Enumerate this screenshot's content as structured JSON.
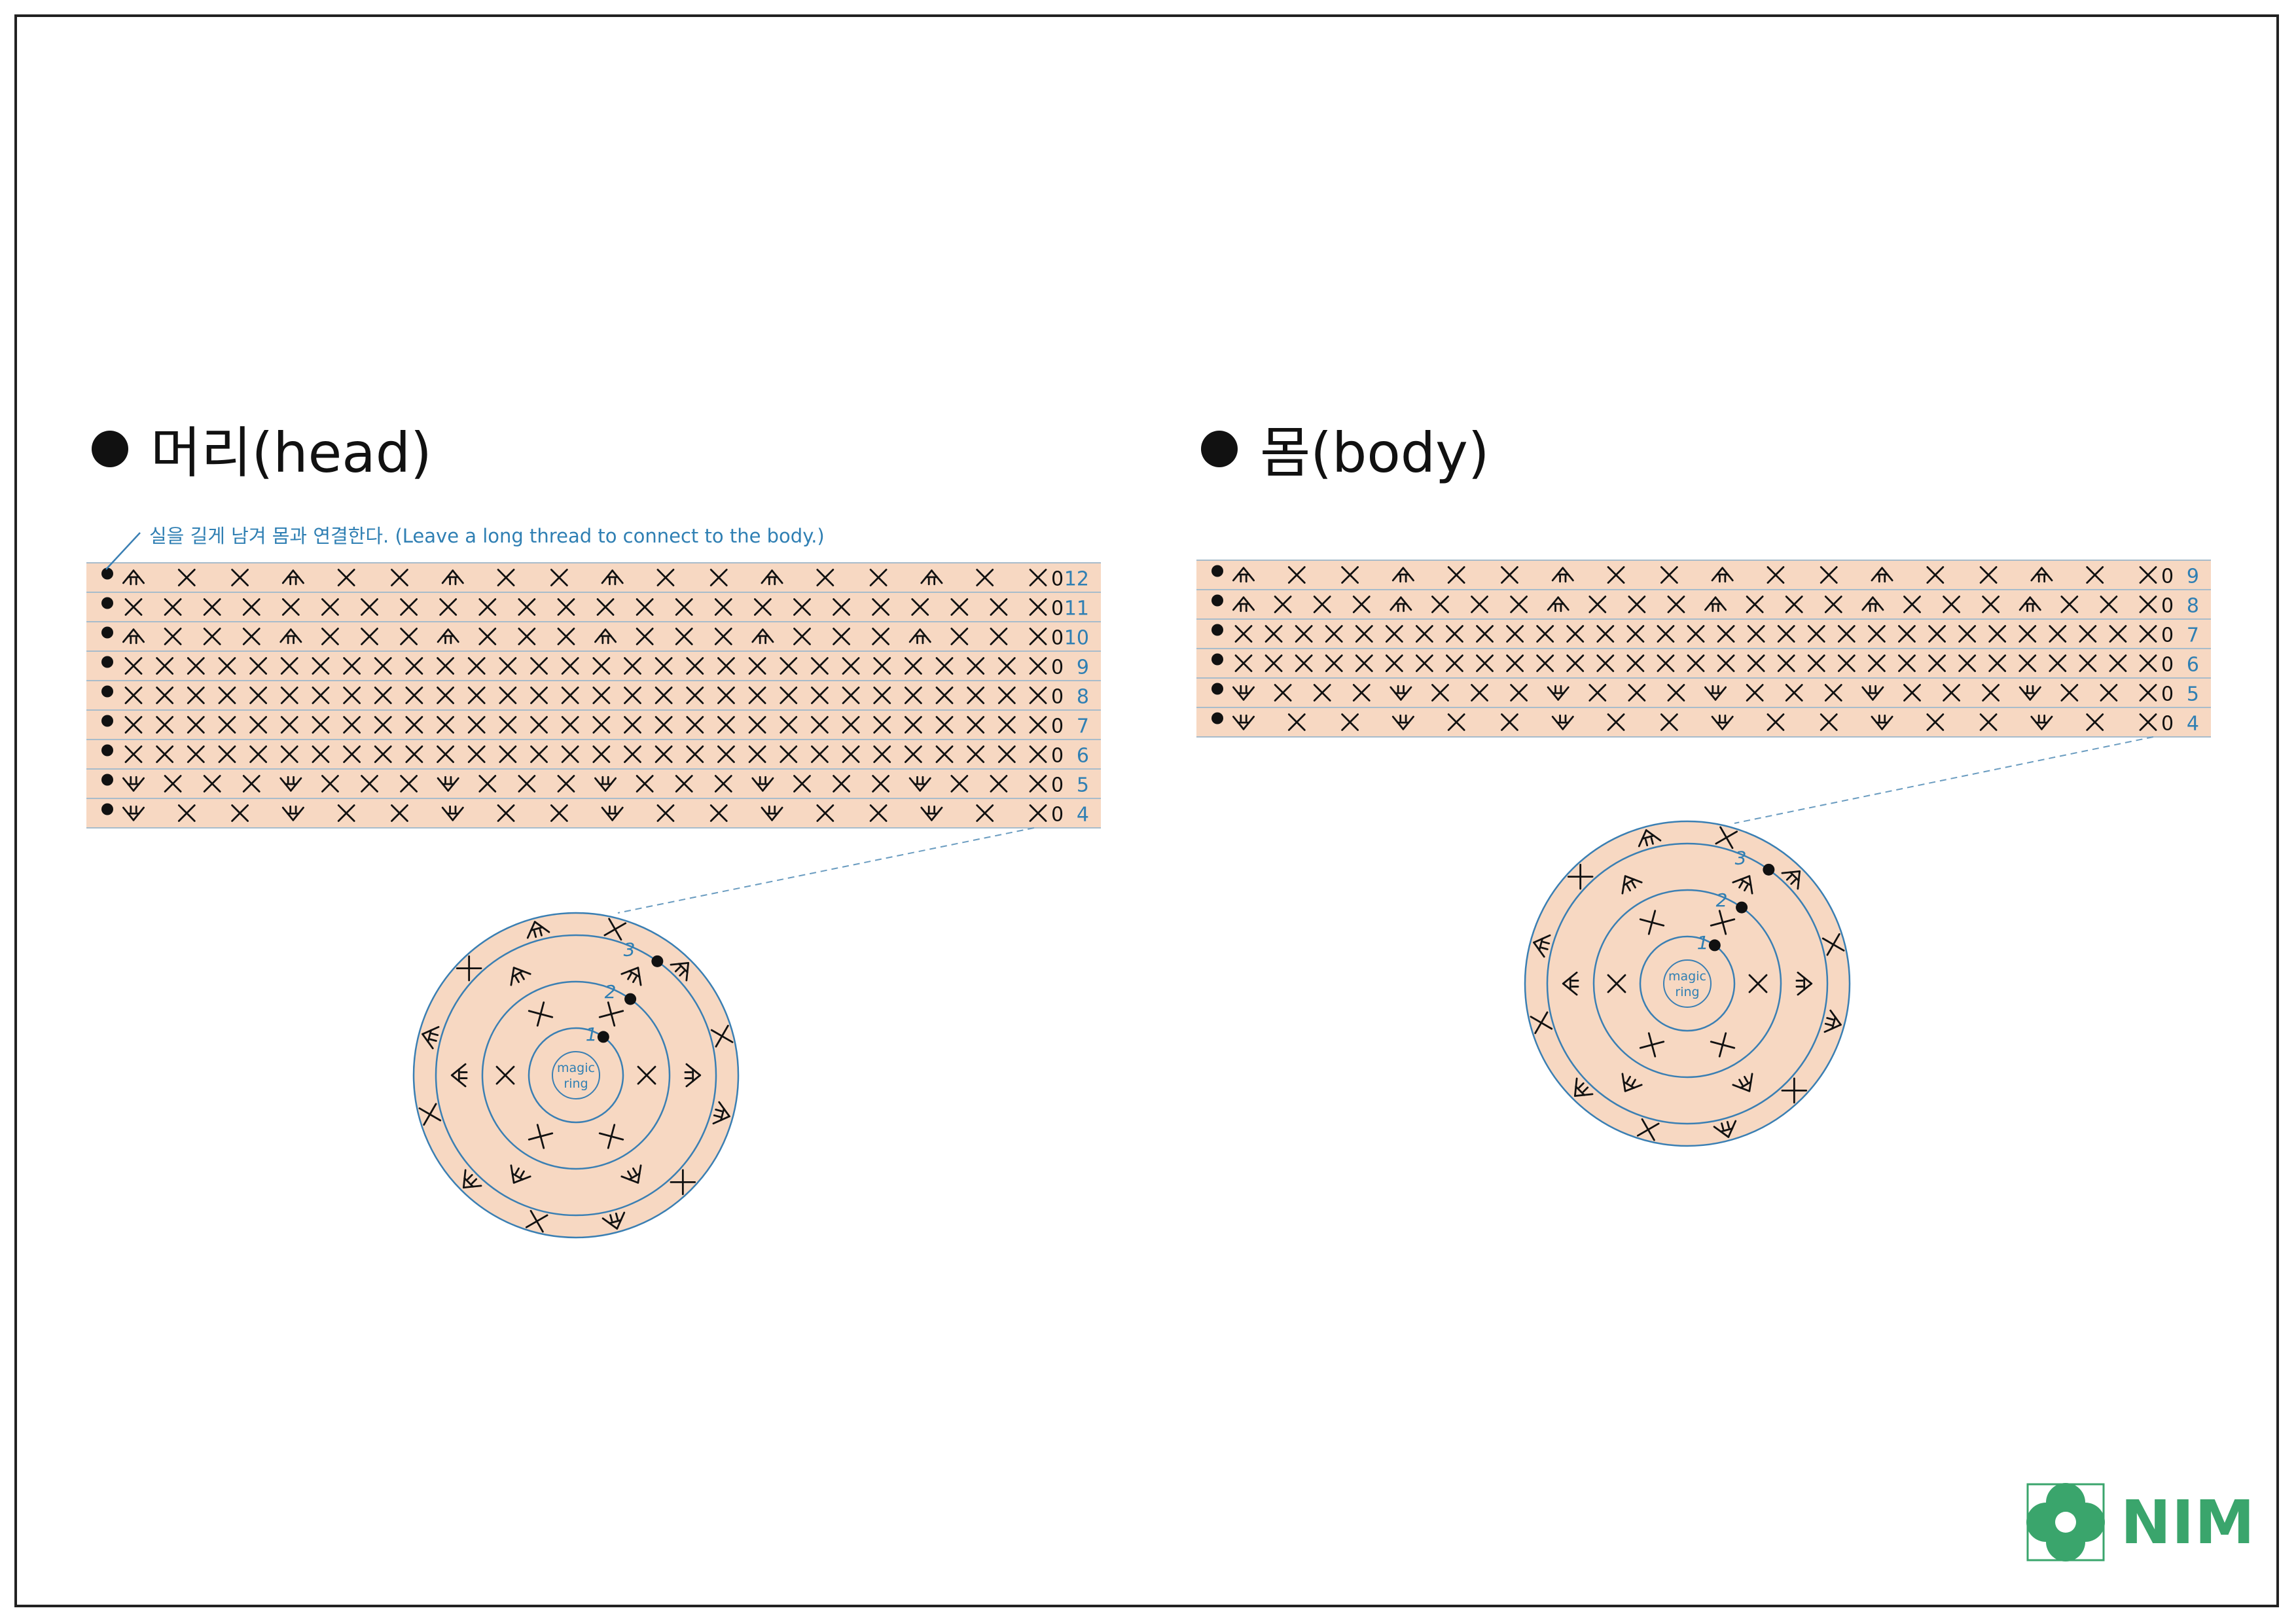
{
  "head": {
    "title": "머리(head)",
    "note": "실을 길게 남겨 몸과 연결한다. (Leave a long thread to connect to the body.)",
    "rows": [
      {
        "label": "12",
        "cells": [
          "inc2",
          "sc",
          "sc",
          "inc2",
          "sc",
          "sc",
          "inc2",
          "sc",
          "sc",
          "inc2",
          "sc",
          "sc",
          "inc2",
          "sc",
          "sc",
          "inc2",
          "sc",
          "sc"
        ]
      },
      {
        "label": "11",
        "cells": [
          "sc",
          "sc",
          "sc",
          "sc",
          "sc",
          "sc",
          "sc",
          "sc",
          "sc",
          "sc",
          "sc",
          "sc",
          "sc",
          "sc",
          "sc",
          "sc",
          "sc",
          "sc",
          "sc",
          "sc",
          "sc",
          "sc",
          "sc",
          "sc"
        ]
      },
      {
        "label": "10",
        "cells": [
          "inc2",
          "sc",
          "sc",
          "sc",
          "inc2",
          "sc",
          "sc",
          "sc",
          "inc2",
          "sc",
          "sc",
          "sc",
          "inc2",
          "sc",
          "sc",
          "sc",
          "inc2",
          "sc",
          "sc",
          "sc",
          "inc2",
          "sc",
          "sc",
          "sc"
        ]
      },
      {
        "label": "9",
        "cells": [
          "sc",
          "sc",
          "sc",
          "sc",
          "sc",
          "sc",
          "sc",
          "sc",
          "sc",
          "sc",
          "sc",
          "sc",
          "sc",
          "sc",
          "sc",
          "sc",
          "sc",
          "sc",
          "sc",
          "sc",
          "sc",
          "sc",
          "sc",
          "sc",
          "sc",
          "sc",
          "sc",
          "sc",
          "sc",
          "sc"
        ]
      },
      {
        "label": "8",
        "cells": [
          "sc",
          "sc",
          "sc",
          "sc",
          "sc",
          "sc",
          "sc",
          "sc",
          "sc",
          "sc",
          "sc",
          "sc",
          "sc",
          "sc",
          "sc",
          "sc",
          "sc",
          "sc",
          "sc",
          "sc",
          "sc",
          "sc",
          "sc",
          "sc",
          "sc",
          "sc",
          "sc",
          "sc",
          "sc",
          "sc"
        ]
      },
      {
        "label": "7",
        "cells": [
          "sc",
          "sc",
          "sc",
          "sc",
          "sc",
          "sc",
          "sc",
          "sc",
          "sc",
          "sc",
          "sc",
          "sc",
          "sc",
          "sc",
          "sc",
          "sc",
          "sc",
          "sc",
          "sc",
          "sc",
          "sc",
          "sc",
          "sc",
          "sc",
          "sc",
          "sc",
          "sc",
          "sc",
          "sc",
          "sc"
        ]
      },
      {
        "label": "6",
        "cells": [
          "sc",
          "sc",
          "sc",
          "sc",
          "sc",
          "sc",
          "sc",
          "sc",
          "sc",
          "sc",
          "sc",
          "sc",
          "sc",
          "sc",
          "sc",
          "sc",
          "sc",
          "sc",
          "sc",
          "sc",
          "sc",
          "sc",
          "sc",
          "sc",
          "sc",
          "sc",
          "sc",
          "sc",
          "sc",
          "sc"
        ]
      },
      {
        "label": "5",
        "cells": [
          "dec2",
          "sc",
          "sc",
          "sc",
          "dec2",
          "sc",
          "sc",
          "sc",
          "dec2",
          "sc",
          "sc",
          "sc",
          "dec2",
          "sc",
          "sc",
          "sc",
          "dec2",
          "sc",
          "sc",
          "sc",
          "dec2",
          "sc",
          "sc",
          "sc"
        ]
      },
      {
        "label": "4",
        "cells": [
          "dec2",
          "sc",
          "sc",
          "dec2",
          "sc",
          "sc",
          "dec2",
          "sc",
          "sc",
          "dec2",
          "sc",
          "sc",
          "dec2",
          "sc",
          "sc",
          "dec2",
          "sc",
          "sc"
        ]
      }
    ],
    "round": {
      "center": [
        "magic",
        "ring"
      ],
      "rings": [
        {
          "label": "1",
          "stitches": [
            "sc",
            "sc",
            "sc",
            "sc",
            "sc",
            "sc"
          ]
        },
        {
          "label": "2",
          "stitches": [
            "inc",
            "inc",
            "inc",
            "inc",
            "inc",
            "inc"
          ]
        },
        {
          "label": "3",
          "stitches": [
            "sc",
            "inc",
            "sc",
            "inc",
            "sc",
            "inc",
            "sc",
            "inc",
            "sc",
            "inc",
            "sc",
            "inc"
          ]
        }
      ]
    }
  },
  "body": {
    "title": "몸(body)",
    "rows": [
      {
        "label": "9",
        "cells": [
          "inc2",
          "sc",
          "sc",
          "inc2",
          "sc",
          "sc",
          "inc2",
          "sc",
          "sc",
          "inc2",
          "sc",
          "sc",
          "inc2",
          "sc",
          "sc",
          "inc2",
          "sc",
          "sc"
        ]
      },
      {
        "label": "8",
        "cells": [
          "inc2",
          "sc",
          "sc",
          "sc",
          "inc2",
          "sc",
          "sc",
          "sc",
          "inc2",
          "sc",
          "sc",
          "sc",
          "inc2",
          "sc",
          "sc",
          "sc",
          "inc2",
          "sc",
          "sc",
          "sc",
          "inc2",
          "sc",
          "sc",
          "sc"
        ]
      },
      {
        "label": "7",
        "cells": [
          "sc",
          "sc",
          "sc",
          "sc",
          "sc",
          "sc",
          "sc",
          "sc",
          "sc",
          "sc",
          "sc",
          "sc",
          "sc",
          "sc",
          "sc",
          "sc",
          "sc",
          "sc",
          "sc",
          "sc",
          "sc",
          "sc",
          "sc",
          "sc",
          "sc",
          "sc",
          "sc",
          "sc",
          "sc",
          "sc",
          "sc"
        ]
      },
      {
        "label": "6",
        "cells": [
          "sc",
          "sc",
          "sc",
          "sc",
          "sc",
          "sc",
          "sc",
          "sc",
          "sc",
          "sc",
          "sc",
          "sc",
          "sc",
          "sc",
          "sc",
          "sc",
          "sc",
          "sc",
          "sc",
          "sc",
          "sc",
          "sc",
          "sc",
          "sc",
          "sc",
          "sc",
          "sc",
          "sc",
          "sc",
          "sc",
          "sc"
        ]
      },
      {
        "label": "5",
        "cells": [
          "dec2",
          "sc",
          "sc",
          "sc",
          "dec2",
          "sc",
          "sc",
          "sc",
          "dec2",
          "sc",
          "sc",
          "sc",
          "dec2",
          "sc",
          "sc",
          "sc",
          "dec2",
          "sc",
          "sc",
          "sc",
          "dec2",
          "sc",
          "sc",
          "sc"
        ]
      },
      {
        "label": "4",
        "cells": [
          "dec2",
          "sc",
          "sc",
          "dec2",
          "sc",
          "sc",
          "dec2",
          "sc",
          "sc",
          "dec2",
          "sc",
          "sc",
          "dec2",
          "sc",
          "sc",
          "dec2",
          "sc",
          "sc"
        ]
      }
    ],
    "round": {
      "center": [
        "magic",
        "ring"
      ],
      "rings": [
        {
          "label": "1",
          "stitches": [
            "sc",
            "sc",
            "sc",
            "sc",
            "sc",
            "sc"
          ]
        },
        {
          "label": "2",
          "stitches": [
            "inc",
            "inc",
            "inc",
            "inc",
            "inc",
            "inc"
          ]
        },
        {
          "label": "3",
          "stitches": [
            "sc",
            "inc",
            "sc",
            "inc",
            "sc",
            "inc",
            "sc",
            "inc",
            "sc",
            "inc",
            "sc",
            "inc"
          ]
        }
      ]
    }
  },
  "colors": {
    "fill": "#f7d8c2",
    "line": "#3a7fb3",
    "label": "#2f7fb3",
    "stitch": "#111111",
    "logo": "#3aa56c"
  },
  "logo": {
    "text": "NIM",
    "icon": "flower-logo-icon"
  }
}
